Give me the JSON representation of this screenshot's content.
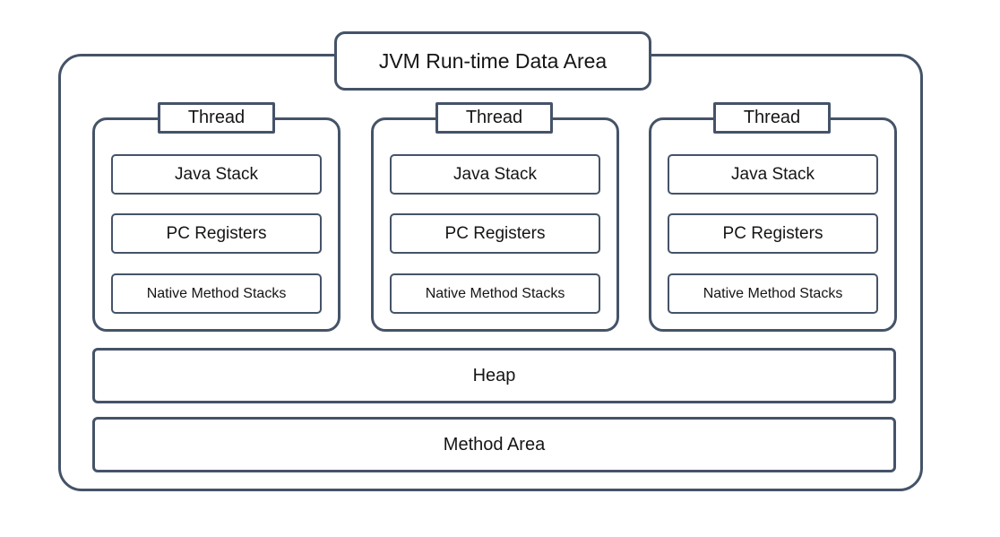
{
  "colors": {
    "border": "#455368",
    "text": "#151515",
    "background": "#ffffff"
  },
  "diagram": {
    "title": "JVM Run-time Data Area",
    "threads": [
      {
        "label": "Thread",
        "boxes": [
          "Java Stack",
          "PC Registers",
          "Native Method Stacks"
        ]
      },
      {
        "label": "Thread",
        "boxes": [
          "Java Stack",
          "PC Registers",
          "Native Method Stacks"
        ]
      },
      {
        "label": "Thread",
        "boxes": [
          "Java Stack",
          "PC Registers",
          "Native Method Stacks"
        ]
      }
    ],
    "heap_label": "Heap",
    "method_area_label": "Method Area"
  }
}
